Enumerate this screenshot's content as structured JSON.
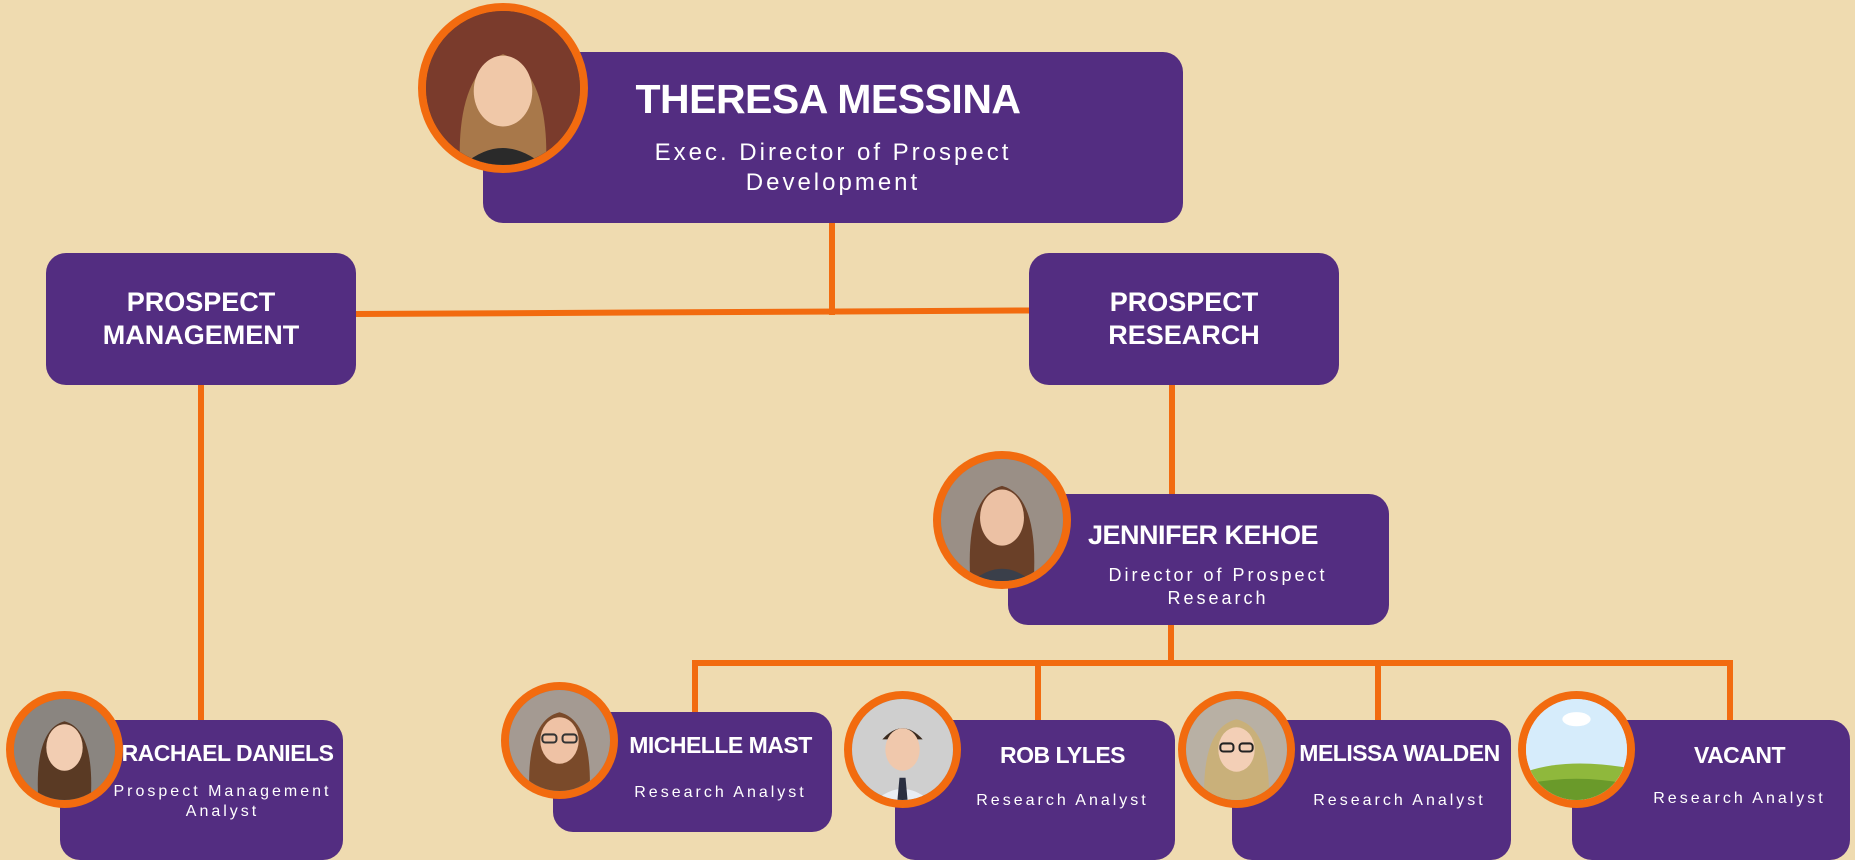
{
  "colors": {
    "background": "#efdbb0",
    "box": "#532d81",
    "connector": "#f26b0f",
    "text": "#ffffff"
  },
  "director": {
    "name": "THERESA MESSINA",
    "title": "Exec. Director of Prospect Development"
  },
  "departments": {
    "management": {
      "label": "PROSPECT MANAGEMENT"
    },
    "research": {
      "label": "PROSPECT RESEARCH"
    }
  },
  "research_director": {
    "name": "JENNIFER KEHOE",
    "title": "Director of Prospect Research"
  },
  "staff": [
    {
      "name": "RACHAEL DANIELS",
      "title": "Prospect Management Analyst"
    },
    {
      "name": "MICHELLE MAST",
      "title": "Research Analyst"
    },
    {
      "name": "ROB LYLES",
      "title": "Research Analyst"
    },
    {
      "name": "MELISSA WALDEN",
      "title": "Research Analyst"
    },
    {
      "name": "VACANT",
      "title": "Research Analyst"
    }
  ]
}
